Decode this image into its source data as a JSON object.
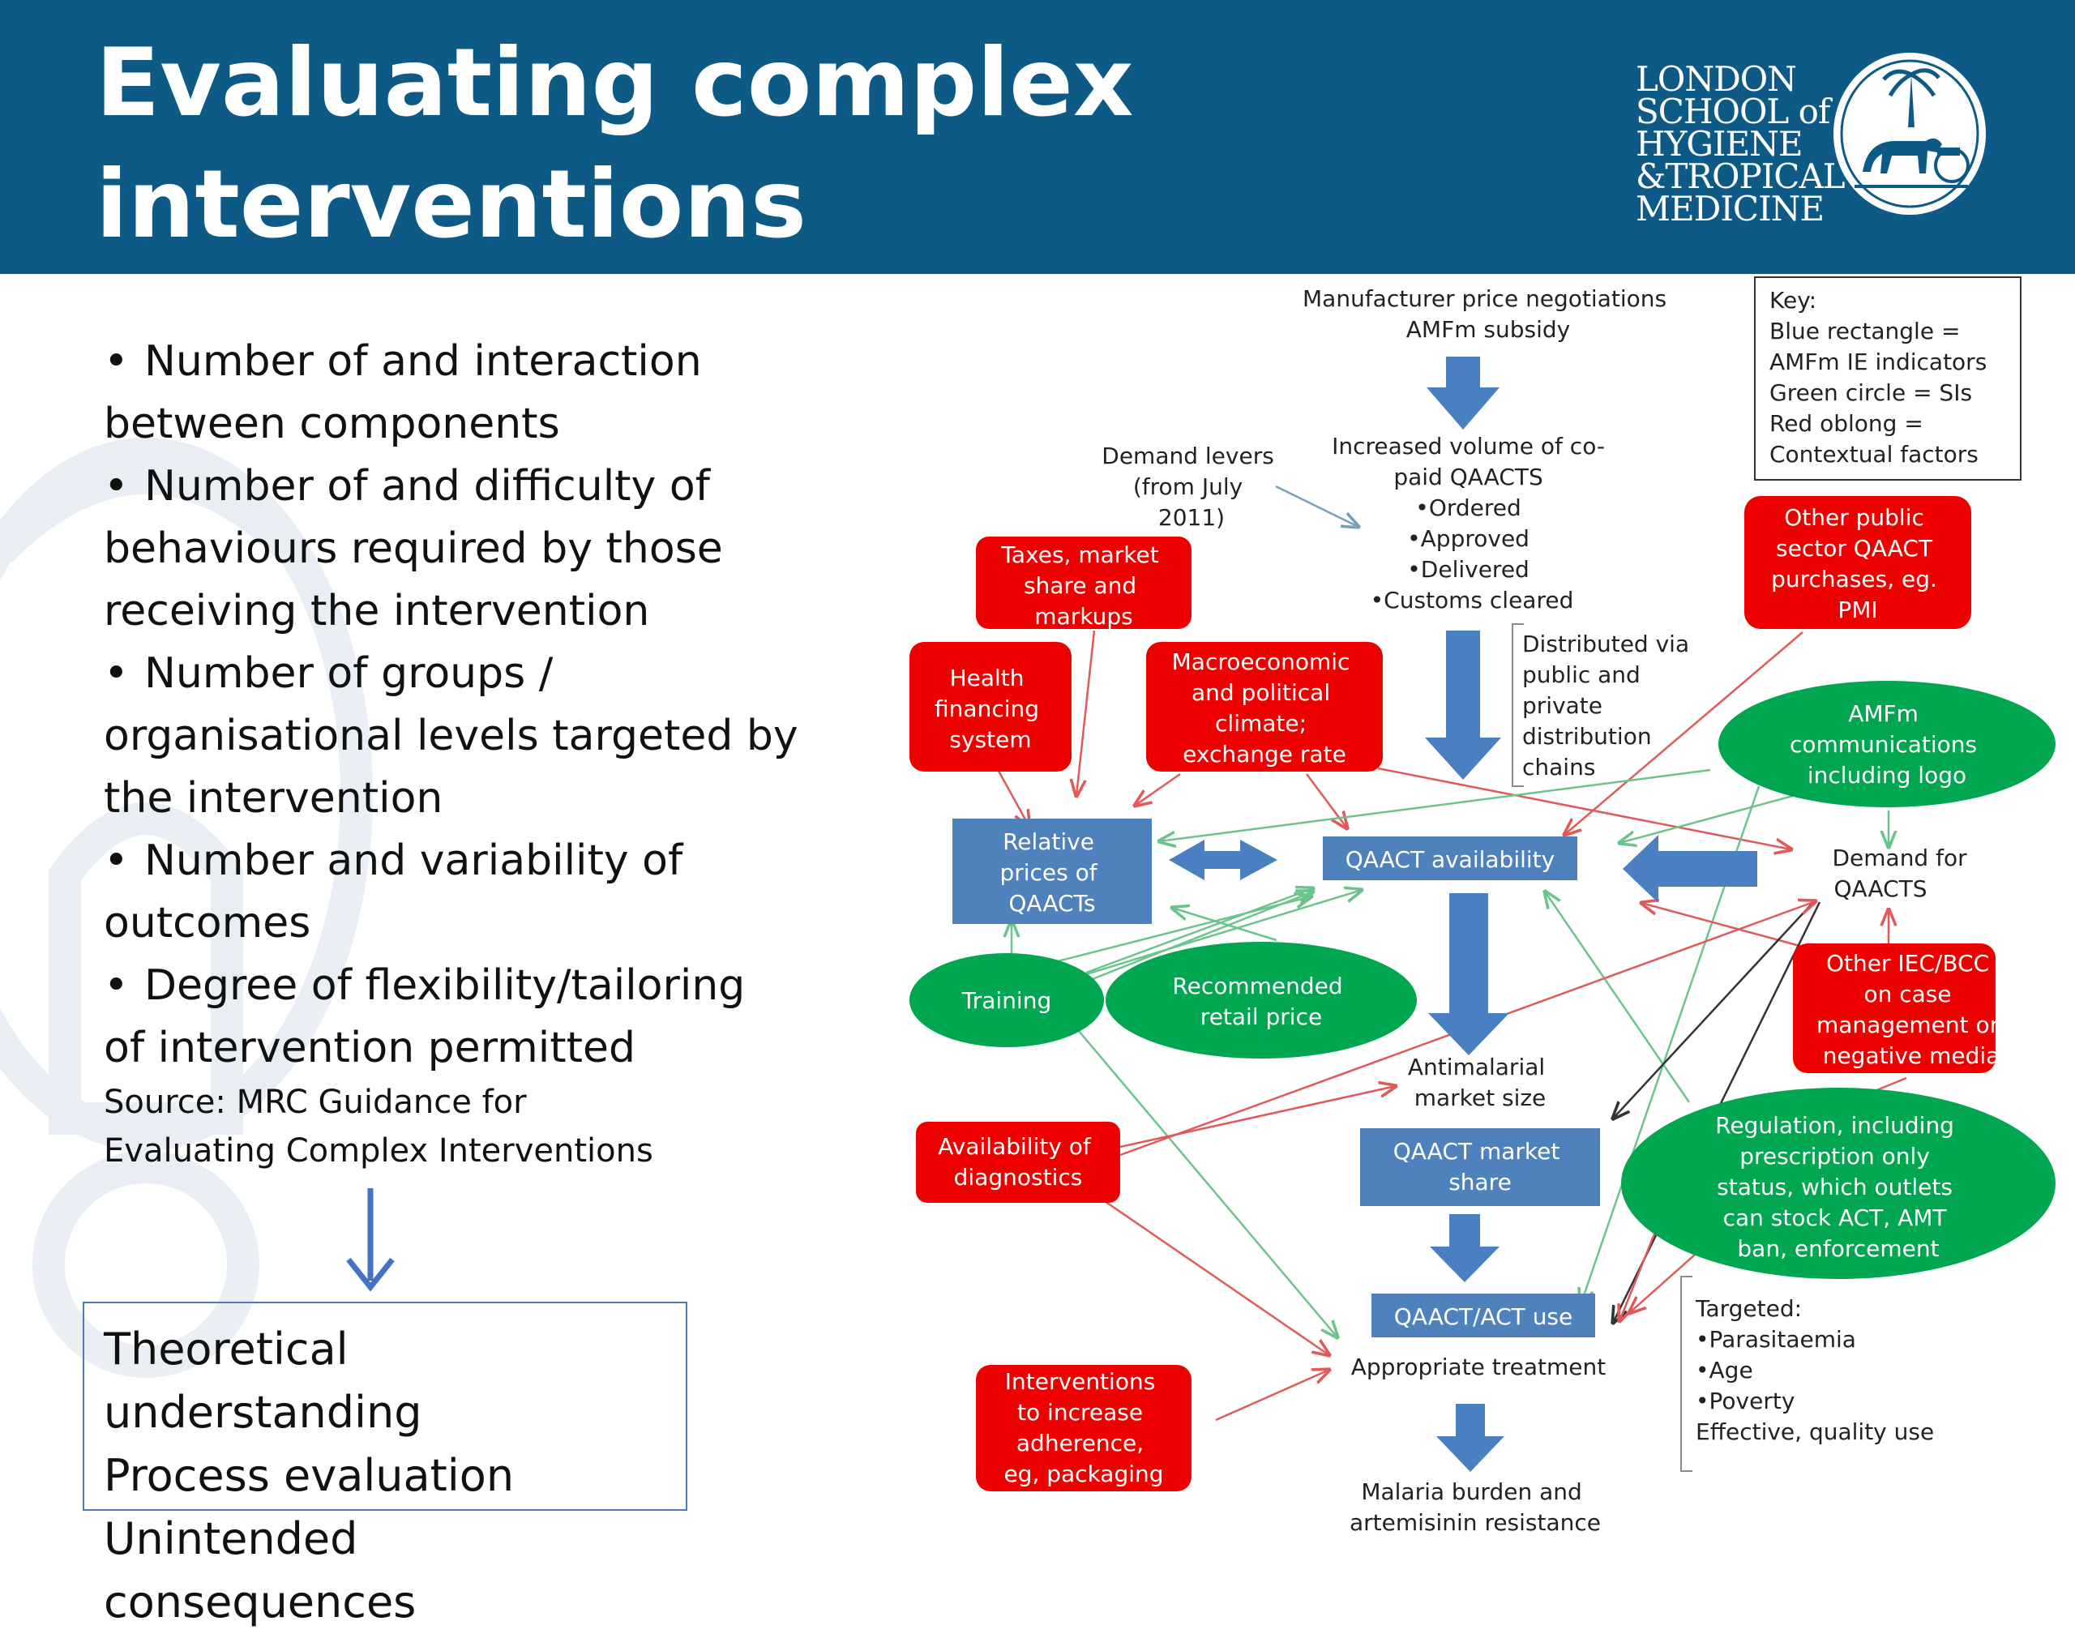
{
  "header": {
    "title_line1": "Evaluating complex",
    "title_line2": "interventions",
    "logo_lines": [
      "LONDON",
      "SCHOOL of",
      "HYGIENE",
      "&TROPICAL",
      "MEDICINE"
    ]
  },
  "left": {
    "bullets": [
      [
        "Number of and interaction",
        "between components"
      ],
      [
        "Number of and difficulty of",
        "behaviours required by those",
        "receiving the intervention"
      ],
      [
        "Number of groups /",
        "organisational levels targeted by",
        "the intervention"
      ],
      [
        "Number  and variability of",
        "outcomes"
      ],
      [
        "Degree of flexibility/tailoring",
        "of intervention permitted"
      ]
    ],
    "source": [
      "Source:  MRC Guidance for",
      "Evaluating Complex Interventions"
    ],
    "outcomes": [
      "Theoretical understanding",
      "Process evaluation",
      "Unintended consequences"
    ]
  },
  "diagram": {
    "key": [
      "Key:",
      "Blue rectangle =",
      "AMFm IE indicators",
      "Green circle = SIs",
      "Red oblong =",
      "Contextual factors"
    ],
    "texts": {
      "manufacturer": [
        "Manufacturer price negotiations",
        "AMFm subsidy"
      ],
      "demand_levers": [
        "Demand levers",
        "(from July",
        "2011)"
      ],
      "increased_volume": [
        "Increased volume of co-",
        "paid QAACTS",
        "•Ordered",
        "•Approved",
        "•Delivered",
        "•Customs cleared"
      ],
      "distributed": [
        "Distributed via",
        "public and",
        "private",
        "distribution",
        "chains"
      ],
      "demand_for": [
        "Demand for",
        "QAACTS"
      ],
      "antimalarial": [
        "Antimalarial",
        "market size"
      ],
      "appropriate": [
        "Appropriate treatment"
      ],
      "targeted": [
        "Targeted:",
        "•Parasitaemia",
        "•Age",
        "•Poverty",
        "Effective, quality use"
      ],
      "malaria": [
        "Malaria burden and",
        "artemisinin resistance"
      ]
    },
    "blue": {
      "relative_prices": [
        "Relative",
        "prices of",
        "QAACTs"
      ],
      "qaact_availability": [
        "QAACT availability"
      ],
      "qaact_market_share": [
        "QAACT market",
        "share"
      ],
      "qaact_use": [
        "QAACT/ACT use"
      ]
    },
    "red": {
      "taxes": [
        "Taxes, market",
        "share and",
        "markups"
      ],
      "health_financing": [
        "Health",
        "financing",
        "system"
      ],
      "macroeconomic": [
        "Macroeconomic",
        "and political",
        "climate;",
        "exchange rate"
      ],
      "other_public": [
        "Other public",
        "sector QAACT",
        "purchases, eg.",
        "PMI"
      ],
      "other_iec": [
        "Other IEC/BCC",
        "on case",
        "management or",
        "negative media"
      ],
      "availability_diag": [
        "Availability of",
        "diagnostics"
      ],
      "interventions": [
        "Interventions",
        "to increase",
        "adherence,",
        "eg, packaging"
      ]
    },
    "green": {
      "amfm_comms": [
        "AMFm",
        "communications",
        "including logo"
      ],
      "training": [
        "Training"
      ],
      "recommended": [
        "Recommended",
        "retail price"
      ],
      "regulation": [
        "Regulation, including",
        "prescription only",
        "status, which outlets",
        "can stock ACT, AMT",
        "ban, enforcement"
      ]
    },
    "colors": {
      "blue": "#4f81bd",
      "red": "#ee0000",
      "green": "#00a650",
      "header": "#0d5a86",
      "thin_red": "#e05a5a",
      "thin_green": "#6cc48c",
      "grey": "#7a8fa0"
    }
  }
}
